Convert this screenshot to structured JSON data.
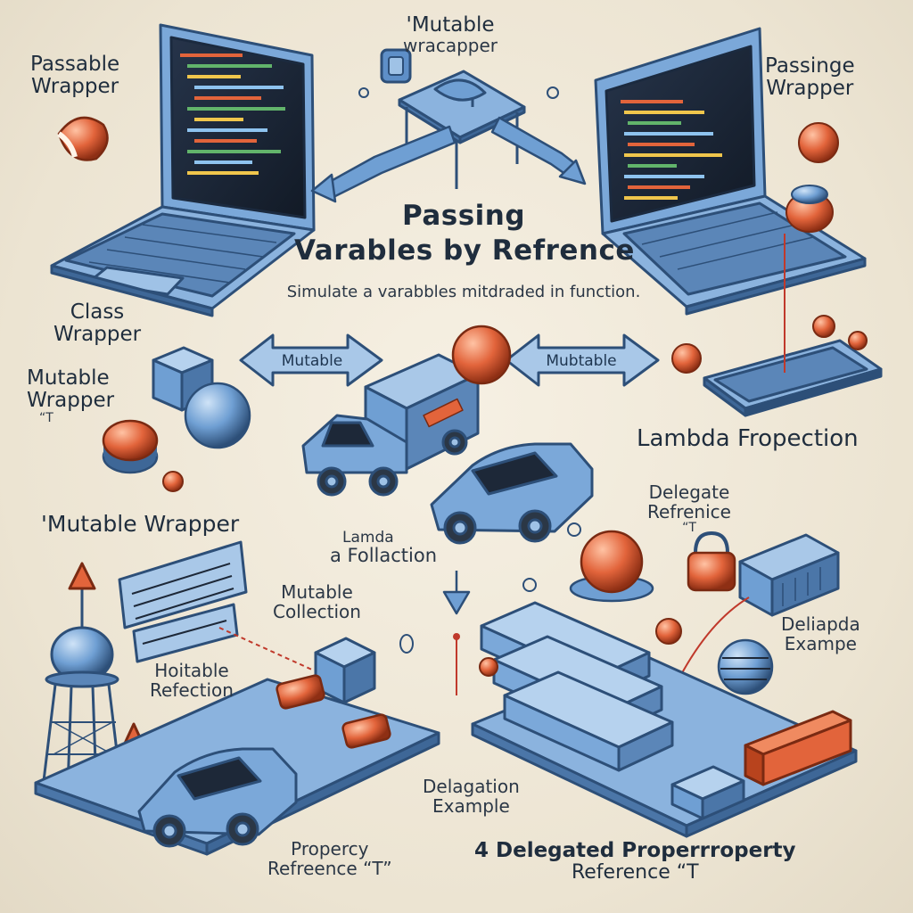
{
  "title": {
    "line1": "Passing",
    "line2": "Varables by Refrence",
    "subtitle": "Simulate a varabbles mitdraded in function."
  },
  "labels": {
    "top_left": [
      "Passable",
      "Wrapper"
    ],
    "top_center": [
      "'Mutable",
      "wracapper"
    ],
    "top_right": [
      "Passinge",
      "Wrapper"
    ],
    "class_wrapper": [
      "Class",
      "Wrapper"
    ],
    "mutable_wrapper_left": [
      "Mutable",
      "Wrapper",
      "“T"
    ],
    "arrow_left": "Mutable",
    "arrow_right": "Mubtable",
    "lambda_projection": "Lambda Fropection",
    "delegate_reference": [
      "Delegate",
      "Refrenice",
      "“T"
    ],
    "mutable_wrapper_heading": "'Mutable Wrapper",
    "lambda_follaction": [
      "Lamda",
      "a Follaction"
    ],
    "mutable_collection": [
      "Mutable",
      "Collection"
    ],
    "hoitable_refection": [
      "Hoitable",
      "Refection"
    ],
    "deliapda_example": [
      "Deliapda",
      "Exampe"
    ],
    "delagation_example": [
      "Delagation",
      "Example"
    ],
    "property_reference": [
      "Propercy",
      "Refreence “T”"
    ],
    "delegated_property": [
      "4 Delegated Properrroperty",
      "Reference “T"
    ]
  },
  "colors": {
    "blue": "#6f9fd3",
    "blue_dark": "#2d4f78",
    "orange": "#e2643b",
    "screen": "#1d2838",
    "ink": "#1f2d3d"
  },
  "icons": [
    "laptop-icon",
    "table-icon",
    "car-icon",
    "truck-icon",
    "sphere-icon",
    "cube-icon",
    "water-tower-icon",
    "server-stack-icon",
    "arrow-icon"
  ]
}
